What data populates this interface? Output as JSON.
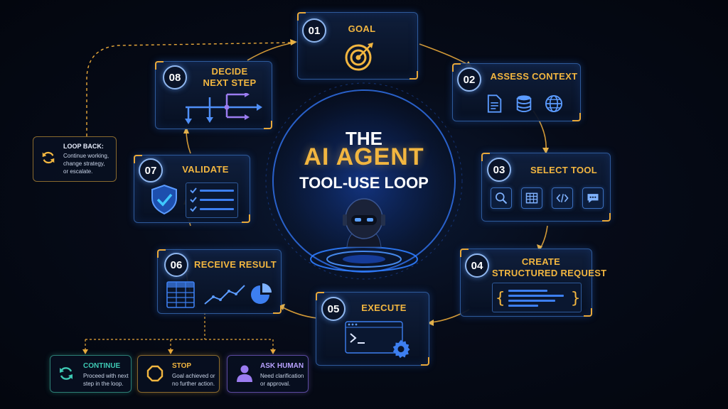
{
  "center": {
    "line1": "THE",
    "line2": "AI AGENT",
    "line3": "TOOL-USE LOOP"
  },
  "steps": [
    {
      "num": "01",
      "title": "GOAL",
      "icons": [
        "target-icon"
      ]
    },
    {
      "num": "02",
      "title": "ASSESS CONTEXT",
      "icons": [
        "document-icon",
        "database-icon",
        "globe-icon"
      ]
    },
    {
      "num": "03",
      "title": "SELECT TOOL",
      "icons": [
        "search-icon",
        "table-icon",
        "code-icon",
        "chat-icon"
      ]
    },
    {
      "num": "04",
      "title_line1": "CREATE",
      "title_line2": "STRUCTURED REQUEST",
      "icons": [
        "json-braces-icon"
      ]
    },
    {
      "num": "05",
      "title": "EXECUTE",
      "icons": [
        "terminal-icon",
        "gear-icon"
      ]
    },
    {
      "num": "06",
      "title": "RECEIVE RESULT",
      "icons": [
        "table-icon",
        "line-chart-icon",
        "pie-chart-icon"
      ]
    },
    {
      "num": "07",
      "title": "VALIDATE",
      "icons": [
        "shield-check-icon",
        "checklist-icon"
      ]
    },
    {
      "num": "08",
      "title_line1": "DECIDE",
      "title_line2": "NEXT STEP",
      "icons": [
        "branching-arrows-icon"
      ]
    }
  ],
  "loop_back": {
    "title": "LOOP BACK:",
    "desc_line1": "Continue working,",
    "desc_line2": "change strategy,",
    "desc_line3": "or escalate.",
    "icon": "refresh-icon"
  },
  "outcomes": [
    {
      "title": "CONTINUE",
      "desc_line1": "Proceed with next",
      "desc_line2": "step in the loop.",
      "icon": "refresh-icon",
      "color": "#3ec9b4"
    },
    {
      "title": "STOP",
      "desc_line1": "Goal achieved or",
      "desc_line2": "no further action.",
      "icon": "octagon-icon",
      "color": "#f2b640"
    },
    {
      "title": "ASK HUMAN",
      "desc_line1": "Need clarification",
      "desc_line2": "or approval.",
      "icon": "person-icon",
      "color": "#9b7cf0"
    }
  ],
  "colors": {
    "accent": "#f2b640",
    "blue": "#2e6fe0",
    "teal": "#3ec9b4",
    "purple": "#9b7cf0"
  }
}
